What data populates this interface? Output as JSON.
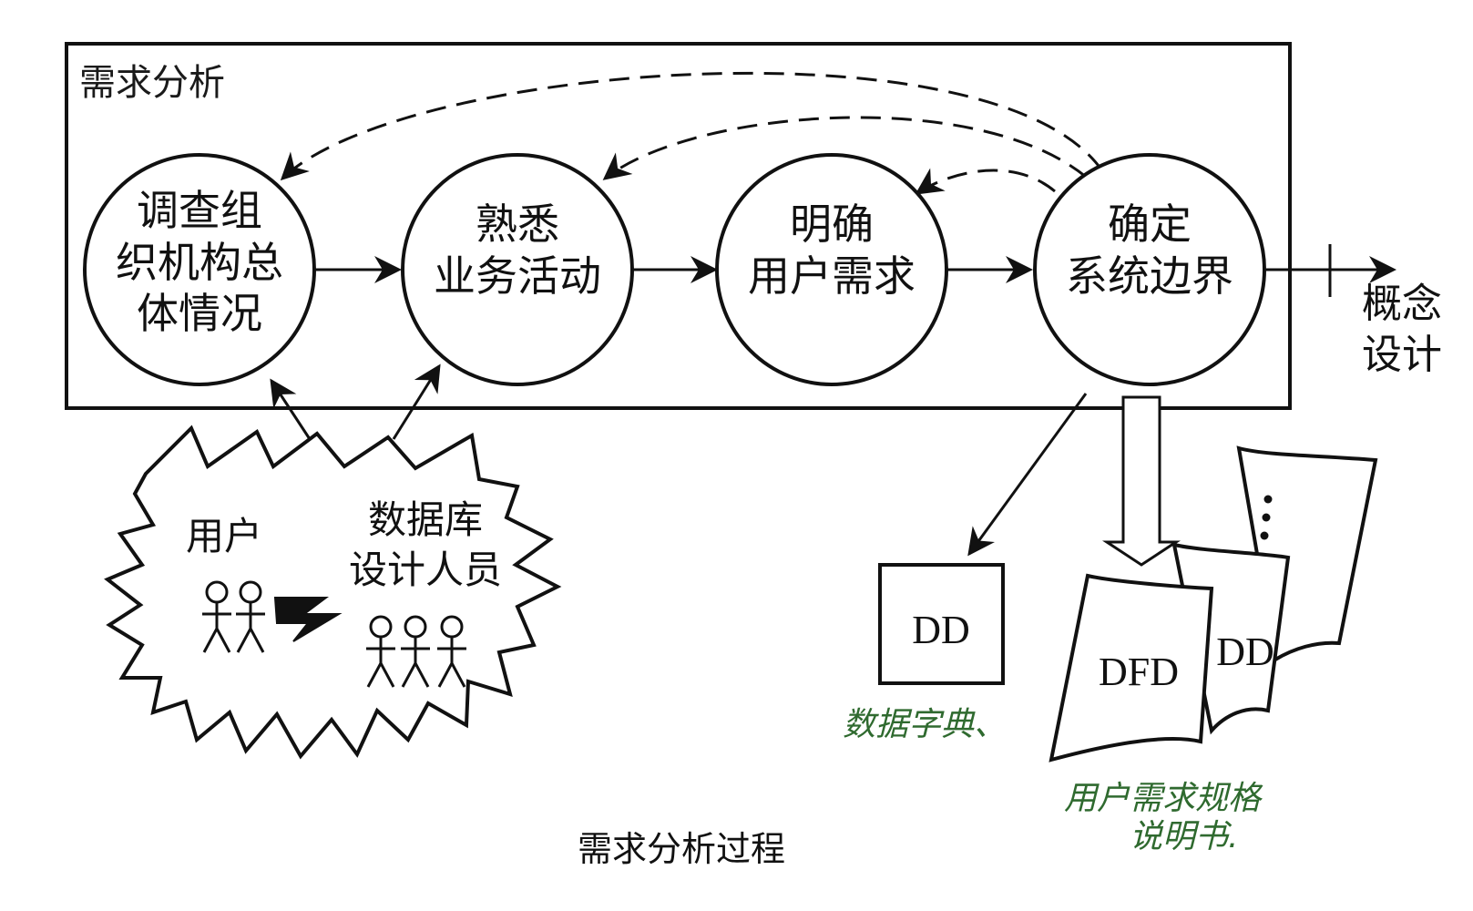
{
  "panel": {
    "title": "需求分析"
  },
  "nodes": [
    {
      "lines": [
        "调查组",
        "织机构总",
        "体情况"
      ]
    },
    {
      "lines": [
        "熟悉",
        "业务活动"
      ]
    },
    {
      "lines": [
        "明确",
        "用户需求"
      ]
    },
    {
      "lines": [
        "确定",
        "系统边界"
      ]
    }
  ],
  "next_stage": {
    "lines": [
      "概念",
      "设计"
    ]
  },
  "cloud": {
    "user_label": "用户",
    "designer_lines": [
      "数据库",
      "设计人员"
    ]
  },
  "outputs": {
    "dd_box_label": "DD",
    "dfd_doc_label": "DFD",
    "dd_doc_label": "DD"
  },
  "handwritten": {
    "dd_note": "数据字典、",
    "spec_note_lines": [
      "用户需求规格",
      "说明书."
    ]
  },
  "caption": "需求分析过程",
  "colors": {
    "ink": "#111111",
    "handwriting": "#2f6a2f"
  },
  "icons": [
    "stick-figure-icon",
    "lightning-icon",
    "document-stack-icon"
  ]
}
